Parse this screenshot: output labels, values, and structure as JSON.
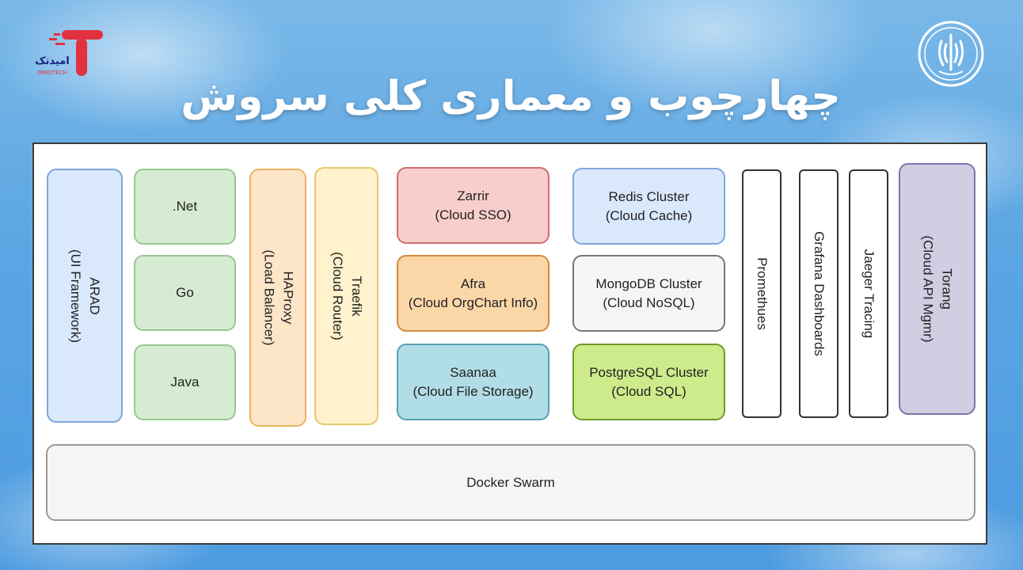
{
  "header": {
    "title": "چهارچوب و معماری کلی سروش",
    "logo_left_text": "امیدتک",
    "logo_left_subtext": "OMIDTECH"
  },
  "diagram": {
    "arad": {
      "name": "ARAD",
      "desc": "(UI Framework)"
    },
    "languages": [
      ".Net",
      "Go",
      "Java"
    ],
    "haproxy": {
      "name": "HAProxy",
      "desc": "(Load Balancer)"
    },
    "traefik": {
      "name": "Traefik",
      "desc": "(Cloud Router)"
    },
    "services": [
      {
        "name": "Zarrir",
        "desc": "(Cloud SSO)"
      },
      {
        "name": "Afra",
        "desc": "(Cloud OrgChart Info)"
      },
      {
        "name": "Saanaa",
        "desc": "(Cloud File Storage)"
      }
    ],
    "data_stores": [
      {
        "name": "Redis Cluster",
        "desc": "(Cloud Cache)"
      },
      {
        "name": "MongoDB Cluster",
        "desc": "(Cloud NoSQL)"
      },
      {
        "name": "PostgreSQL Cluster",
        "desc": "(Cloud SQL)"
      }
    ],
    "monitoring": [
      "Promethues",
      "Grafana Dashboards",
      "Jaeger Tracing"
    ],
    "torang": {
      "name": "Torang",
      "desc": "(Cloud API Mgmr)"
    },
    "base": "Docker Swarm"
  }
}
